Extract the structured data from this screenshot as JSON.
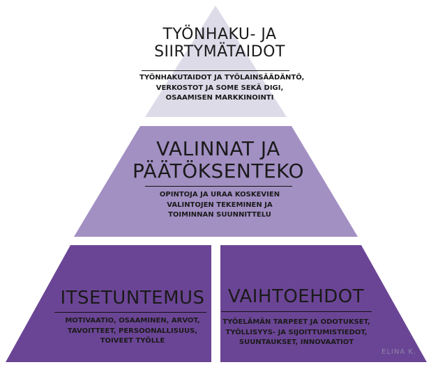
{
  "colors": {
    "top_tier": "#dedbe9",
    "middle_tier": "#a290c3",
    "bottom_tier": "#6b4595",
    "text": "#1a1a1a",
    "signature": "#8e82a6"
  },
  "pyramid": {
    "top": {
      "title_line1": "TYÖNHAKU- JA",
      "title_line2": "SIIRTYMÄTAIDOT",
      "desc_line1": "TYÖNHAKUTAIDOT JA TYÖLAINSÄÄDÄNTÖ,",
      "desc_line2": "VERKOSTOT JA SOME SEKÄ DIGI,",
      "desc_line3": "OSAAMISEN MARKKINOINTI"
    },
    "middle": {
      "title_line1": "VALINNAT JA",
      "title_line2": "PÄÄTÖKSENTEKO",
      "desc_line1": "OPINTOJA JA URAA KOSKEVIEN",
      "desc_line2": "VALINTOJEN TEKEMINEN JA",
      "desc_line3": "TOIMINNAN SUUNNITTELU"
    },
    "bottom_left": {
      "title": "ITSETUNTEMUS",
      "desc_line1": "MOTIVAATIO, OSAAMINEN, ARVOT,",
      "desc_line2": "TAVOITTEET, PERSOONALLISUUS,",
      "desc_line3": "TOIVEET TYÖLLE"
    },
    "bottom_right": {
      "title": "VAIHTOEHDOT",
      "desc_line1": "TYÖELÄMÄN TARPEET JA ODOTUKSET,",
      "desc_line2": "TYÖLLISYYS- JA SIJOITTUMISTIEDOT,",
      "desc_line3": "SUUNTAUKSET, INNOVAATIOT"
    }
  },
  "signature": "ELINA K."
}
